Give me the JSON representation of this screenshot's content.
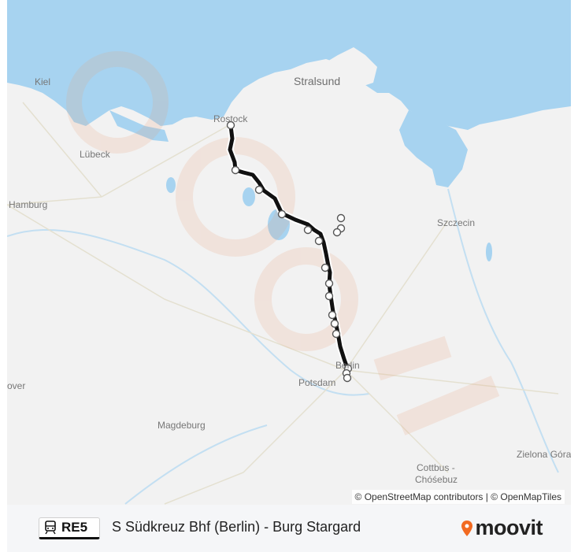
{
  "map": {
    "places": {
      "kiel": "Kiel",
      "stralsund": "Stralsund",
      "rostock": "Rostock",
      "luebeck": "Lübeck",
      "hamburg": "Hamburg",
      "szczecin": "Szczecin",
      "berlin": "Berlin",
      "potsdam": "Potsdam",
      "hanover": "over",
      "magdeburg": "Magdeburg",
      "cottbus": "Cottbus -",
      "chosebuz": "Chóśebuz",
      "zielona": "Zielona Góra"
    },
    "attribution": "© OpenStreetMap contributors | © OpenMapTiles",
    "colors": {
      "water": "#a7d3f0",
      "land": "#f2f2f2",
      "route": "#111111",
      "stop_fill": "#ffffff"
    }
  },
  "footer": {
    "route_code": "RE5",
    "route_title": "S Südkreuz Bhf (Berlin) - Burg Stargard",
    "brand": "moovit",
    "brand_color": "#f26a21",
    "train_icon": "train-icon"
  }
}
